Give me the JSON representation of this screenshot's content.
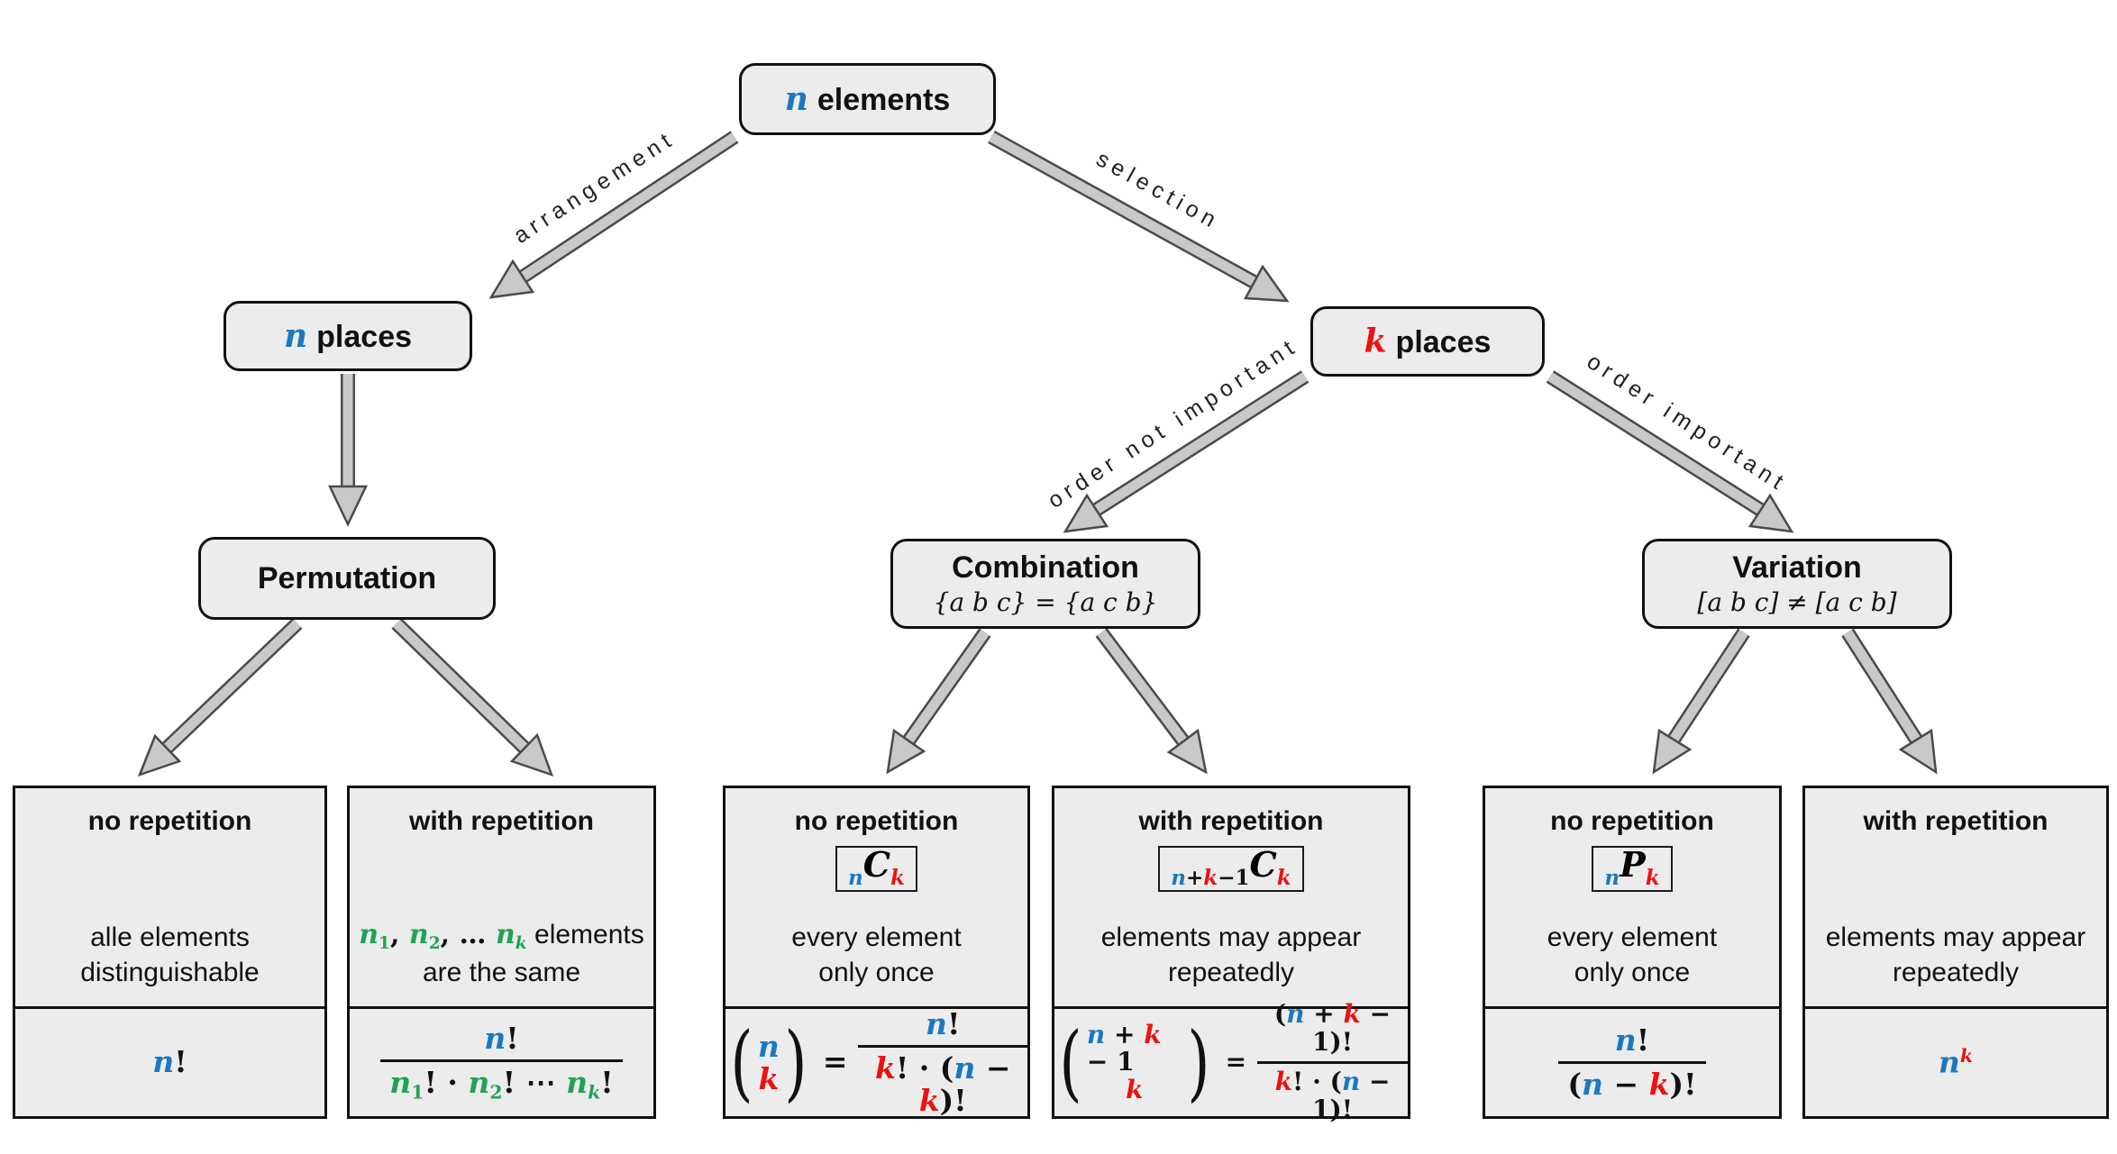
{
  "colors": {
    "blue": "#1b78c0",
    "red": "#ee1111",
    "green": "#21a353",
    "node_fill": "#ececec",
    "border": "#111111",
    "arrow_fill": "#c9c9c9",
    "arrow_outline": "#4a4a4a"
  },
  "root": {
    "var": "n",
    "word": "elements"
  },
  "left_branch": {
    "var": "n",
    "word": "places"
  },
  "right_branch": {
    "var": "k",
    "word": "places"
  },
  "edge_labels": {
    "arrangement": "arrangement",
    "selection": "selection",
    "not_important": "order not important",
    "important": "order important"
  },
  "level3": {
    "permutation": {
      "title": "Permutation"
    },
    "combination": {
      "title": "Combination",
      "example": "{a b c} = {a c b}"
    },
    "variation": {
      "title": "Variation",
      "example": "[a b c] ≠ [a c b]"
    }
  },
  "cards": [
    {
      "header": "no repetition",
      "body1": "alle elements",
      "body2": "distinguishable",
      "formula": [
        {
          "t": "n",
          "cls": "mi b"
        },
        {
          "t": "!",
          "cls": "mr"
        }
      ]
    },
    {
      "header": "with repetition",
      "body1_rich": [
        {
          "t": "n",
          "cls": "mi g"
        },
        {
          "t": "1",
          "cls": "sub mr g"
        },
        {
          "t": ", ",
          "cls": "mr"
        },
        {
          "t": "n",
          "cls": "mi g"
        },
        {
          "t": "2",
          "cls": "sub mr g"
        },
        {
          "t": ", … ",
          "cls": "mr"
        },
        {
          "t": "n",
          "cls": "mi g"
        },
        {
          "t": "k",
          "cls": "sub mi g"
        },
        {
          "t": " elements"
        }
      ],
      "body2": "are the same",
      "frac_num": [
        {
          "t": "n",
          "cls": "mi b"
        },
        {
          "t": "!",
          "cls": "mr"
        }
      ],
      "frac_den": [
        {
          "t": "n",
          "cls": "mi g"
        },
        {
          "t": "1",
          "cls": "sub mr g"
        },
        {
          "t": "! · ",
          "cls": "mr"
        },
        {
          "t": "n",
          "cls": "mi g"
        },
        {
          "t": "2",
          "cls": "sub mr g"
        },
        {
          "t": "! ⋯ ",
          "cls": "mr"
        },
        {
          "t": "n",
          "cls": "mi g"
        },
        {
          "t": "k",
          "cls": "sub mi g"
        },
        {
          "t": "!",
          "cls": "mr"
        }
      ]
    },
    {
      "header": "no repetition",
      "badge": [
        {
          "t": "n",
          "cls": "sub mi b"
        },
        {
          "t": "C",
          "cls": "mi bigL"
        },
        {
          "t": "k",
          "cls": "sub mi r"
        }
      ],
      "body1": "every element",
      "body2": "only once",
      "binom_top": [
        {
          "t": "n",
          "cls": "mi b"
        }
      ],
      "binom_bot": [
        {
          "t": "k",
          "cls": "mi r"
        }
      ],
      "frac_num": [
        {
          "t": "n",
          "cls": "mi b"
        },
        {
          "t": "!",
          "cls": "mr"
        }
      ],
      "frac_den": [
        {
          "t": "k",
          "cls": "mi r"
        },
        {
          "t": "! · (",
          "cls": "mr"
        },
        {
          "t": "n",
          "cls": "mi b"
        },
        {
          "t": " − ",
          "cls": "mr"
        },
        {
          "t": "k",
          "cls": "mi r"
        },
        {
          "t": ")!",
          "cls": "mr"
        }
      ]
    },
    {
      "header": "with repetition",
      "badge": [
        {
          "t": "n",
          "cls": "sub mi b"
        },
        {
          "t": "+",
          "cls": "sub mr"
        },
        {
          "t": "k",
          "cls": "sub mi r"
        },
        {
          "t": "−1",
          "cls": "sub mr"
        },
        {
          "t": "C",
          "cls": "mi bigL"
        },
        {
          "t": "k",
          "cls": "sub mi r"
        }
      ],
      "body1": "elements may appear",
      "body2": "repeatedly",
      "binom_top": [
        {
          "t": "n",
          "cls": "mi b"
        },
        {
          "t": " + ",
          "cls": "mr"
        },
        {
          "t": "k",
          "cls": "mi r"
        },
        {
          "t": " − 1",
          "cls": "mr"
        }
      ],
      "binom_bot": [
        {
          "t": "k",
          "cls": "mi r"
        }
      ],
      "frac_num": [
        {
          "t": "(",
          "cls": "mr"
        },
        {
          "t": "n",
          "cls": "mi b"
        },
        {
          "t": " + ",
          "cls": "mr"
        },
        {
          "t": "k",
          "cls": "mi r"
        },
        {
          "t": " − 1",
          "cls": "mr"
        },
        {
          "t": ")!",
          "cls": "mr"
        }
      ],
      "frac_den": [
        {
          "t": "k",
          "cls": "mi r"
        },
        {
          "t": "! · (",
          "cls": "mr"
        },
        {
          "t": "n",
          "cls": "mi b"
        },
        {
          "t": " − 1",
          "cls": "mr"
        },
        {
          "t": ")!",
          "cls": "mr"
        }
      ]
    },
    {
      "header": "no repetition",
      "badge": [
        {
          "t": "n",
          "cls": "sub mi b"
        },
        {
          "t": "P",
          "cls": "mi bigL"
        },
        {
          "t": "k",
          "cls": "sub mi r"
        }
      ],
      "body1": "every element",
      "body2": "only once",
      "frac_num": [
        {
          "t": "n",
          "cls": "mi b"
        },
        {
          "t": "!",
          "cls": "mr"
        }
      ],
      "frac_den": [
        {
          "t": "(",
          "cls": "mr"
        },
        {
          "t": "n",
          "cls": "mi b"
        },
        {
          "t": " − ",
          "cls": "mr"
        },
        {
          "t": "k",
          "cls": "mi r"
        },
        {
          "t": ")!",
          "cls": "mr"
        }
      ]
    },
    {
      "header": "with repetition",
      "body1": "elements may appear",
      "body2": "repeatedly",
      "formula": [
        {
          "t": "n",
          "cls": "mi b"
        },
        {
          "t": "k",
          "cls": "sup mi r"
        }
      ]
    }
  ]
}
